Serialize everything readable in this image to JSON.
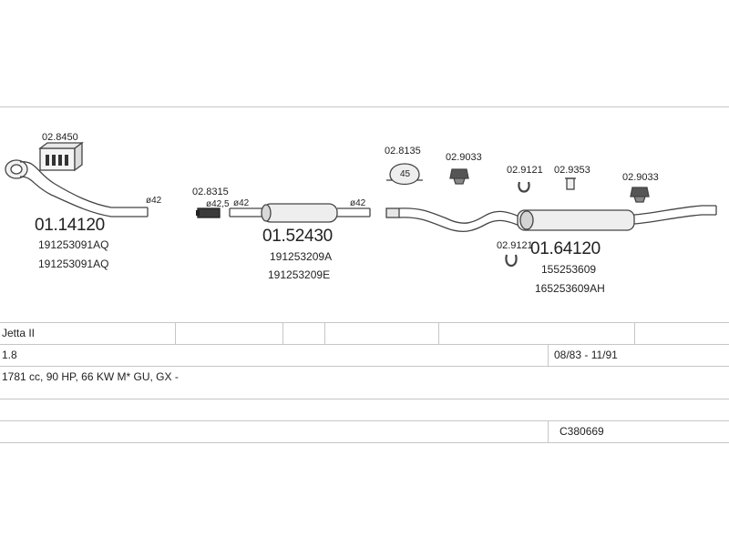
{
  "parts": {
    "cat_code": "02.8450",
    "front_pipe": {
      "code": "01.14120",
      "refs": [
        "191253091AQ",
        "191253091AQ"
      ],
      "dia": "ø42"
    },
    "gasket_code": "02.8315",
    "gasket_dia": "ø42,5",
    "middle_muffler": {
      "code": "01.52430",
      "refs": [
        "191253209A",
        "191253209E"
      ],
      "dia_left": "ø42",
      "dia_right": "ø42"
    },
    "hanger_1_code": "02.8135",
    "hanger_1_mark": "45",
    "rubber_1_code": "02.9033",
    "clamp_1_code": "02.9121",
    "bolt_code": "02.9353",
    "rubber_2_code": "02.9033",
    "clamp_2_code": "02.9121",
    "rear_muffler": {
      "code": "01.64120",
      "refs": [
        "155253609",
        "165253609AH"
      ]
    }
  },
  "table": {
    "model": "Jetta II",
    "engine": "1.8",
    "period": "08/83 - 11/91",
    "spec": "1781 cc, 90 HP, 66 KW M* GU, GX -",
    "assembly_code": "C380669"
  }
}
